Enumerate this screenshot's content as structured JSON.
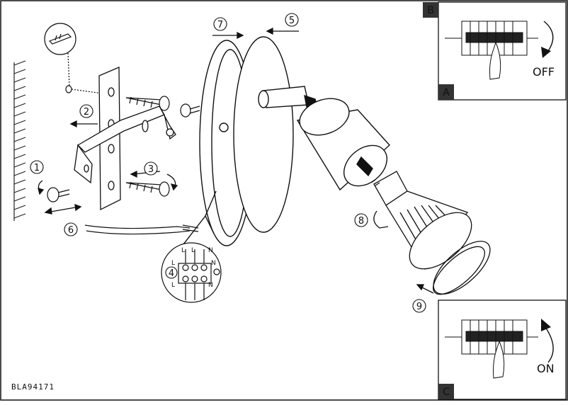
{
  "model_code": "BLA94171",
  "panel_labels": {
    "a": "A",
    "b": "B",
    "c": "C"
  },
  "switch_labels": {
    "off": "OFF",
    "on": "ON"
  },
  "steps": [
    "1",
    "2",
    "3",
    "4",
    "5",
    "6",
    "7",
    "8",
    "9"
  ],
  "terminal_letters": {
    "l": "L",
    "n": "N"
  },
  "colors": {
    "line": "#111111",
    "background": "#ffffff",
    "wall": "#222222"
  }
}
